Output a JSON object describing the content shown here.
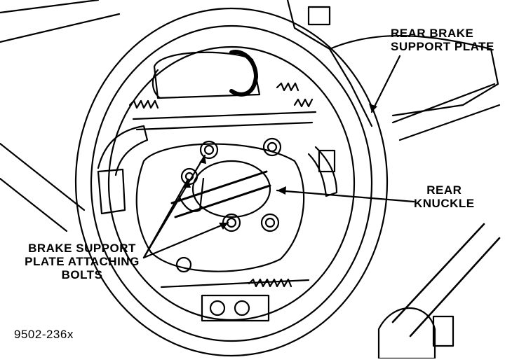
{
  "labels": {
    "rear_brake_support_plate": [
      "REAR BRAKE",
      "SUPPORT PLATE"
    ],
    "rear_knuckle": [
      "REAR",
      "KNUCKLE"
    ],
    "brake_support_plate_attaching_bolts": [
      "BRAKE SUPPORT",
      "PLATE ATTACHING",
      "BOLTS"
    ]
  },
  "figure_number": "9502-236x",
  "colors": {
    "ink": "#000000",
    "paper": "#ffffff"
  }
}
